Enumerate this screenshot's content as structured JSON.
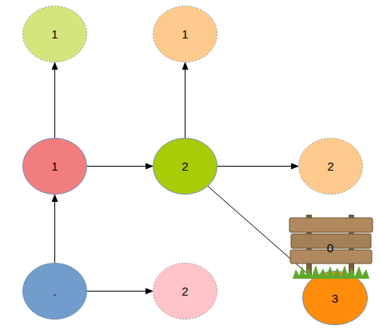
{
  "diagram": {
    "nodes": [
      {
        "text": [
          "1"
        ]
      },
      {
        "text": [
          "1"
        ]
      },
      {
        "text": [
          "1"
        ]
      },
      {
        "text": [
          "2"
        ]
      },
      {
        "text": [
          "2"
        ]
      },
      {
        "text": [
          "."
        ]
      },
      {
        "text": [
          "2"
        ]
      },
      {
        "text": [
          "3"
        ]
      }
    ],
    "edges": [
      {
        "from": 5,
        "to": 2,
        "arrow": "to"
      },
      {
        "from": 5,
        "to": 6,
        "arrow": "to"
      },
      {
        "from": 2,
        "to": 0,
        "arrow": "to"
      },
      {
        "from": 2,
        "to": 3,
        "arrow": "to"
      },
      {
        "from": 3,
        "to": 1,
        "arrow": "to"
      },
      {
        "from": 3,
        "to": 4,
        "arrow": "to"
      },
      {
        "from": 3,
        "to": 7,
        "arrow": "to"
      }
    ],
    "labels": [
      "0"
    ]
  }
}
